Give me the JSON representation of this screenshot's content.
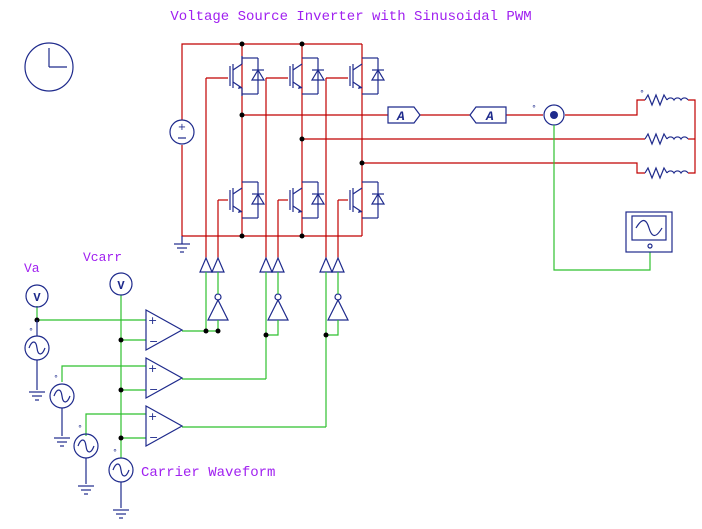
{
  "title": "Voltage Source Inverter with Sinusoidal PWM",
  "labels": {
    "va": "Va",
    "vcarr": "Vcarr",
    "carrier": "Carrier Waveform"
  },
  "meters": {
    "voltmeter_symbol": "V",
    "ammeter_symbol": "A"
  },
  "colors": {
    "power": "#c00000",
    "control": "#2fc02f",
    "component": "#1e2a8c",
    "text": "#a020f0"
  }
}
